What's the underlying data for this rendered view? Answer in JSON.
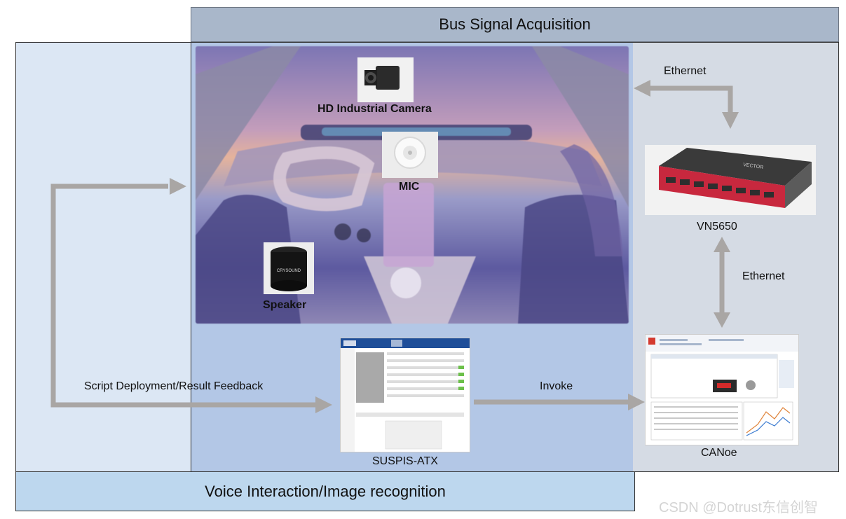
{
  "bands": {
    "top": "Bus Signal Acquisition",
    "bottom": "Voice Interaction/Image recognition"
  },
  "devices": {
    "camera": "HD Industrial Camera",
    "mic": "MIC",
    "speaker": "Speaker",
    "suspis": "SUSPIS-ATX",
    "vn5650": "VN5650",
    "canoe": "CANoe"
  },
  "connections": {
    "ethernet_top": "Ethernet",
    "ethernet_side": "Ethernet",
    "script_feedback": "Script Deployment/Result Feedback",
    "invoke": "Invoke"
  },
  "device_print": {
    "speaker_brand": "CRYSOUND",
    "vector_brand": "VECTOR"
  },
  "watermark": "CSDN @Dotrust东信创智",
  "colors": {
    "top_band": "#a9b7ca",
    "left_panel": "#dce7f4",
    "center_panel": "#b3c7e6",
    "right_panel": "#d5dbe4",
    "bottom_band": "#bdd7ee",
    "arrow": "#a9a6a4",
    "vn_red": "#c8283e"
  },
  "icons": [
    "camera-icon",
    "microphone-icon",
    "speaker-icon",
    "software-screenshot",
    "vector-interface-device",
    "canoe-screenshot"
  ]
}
